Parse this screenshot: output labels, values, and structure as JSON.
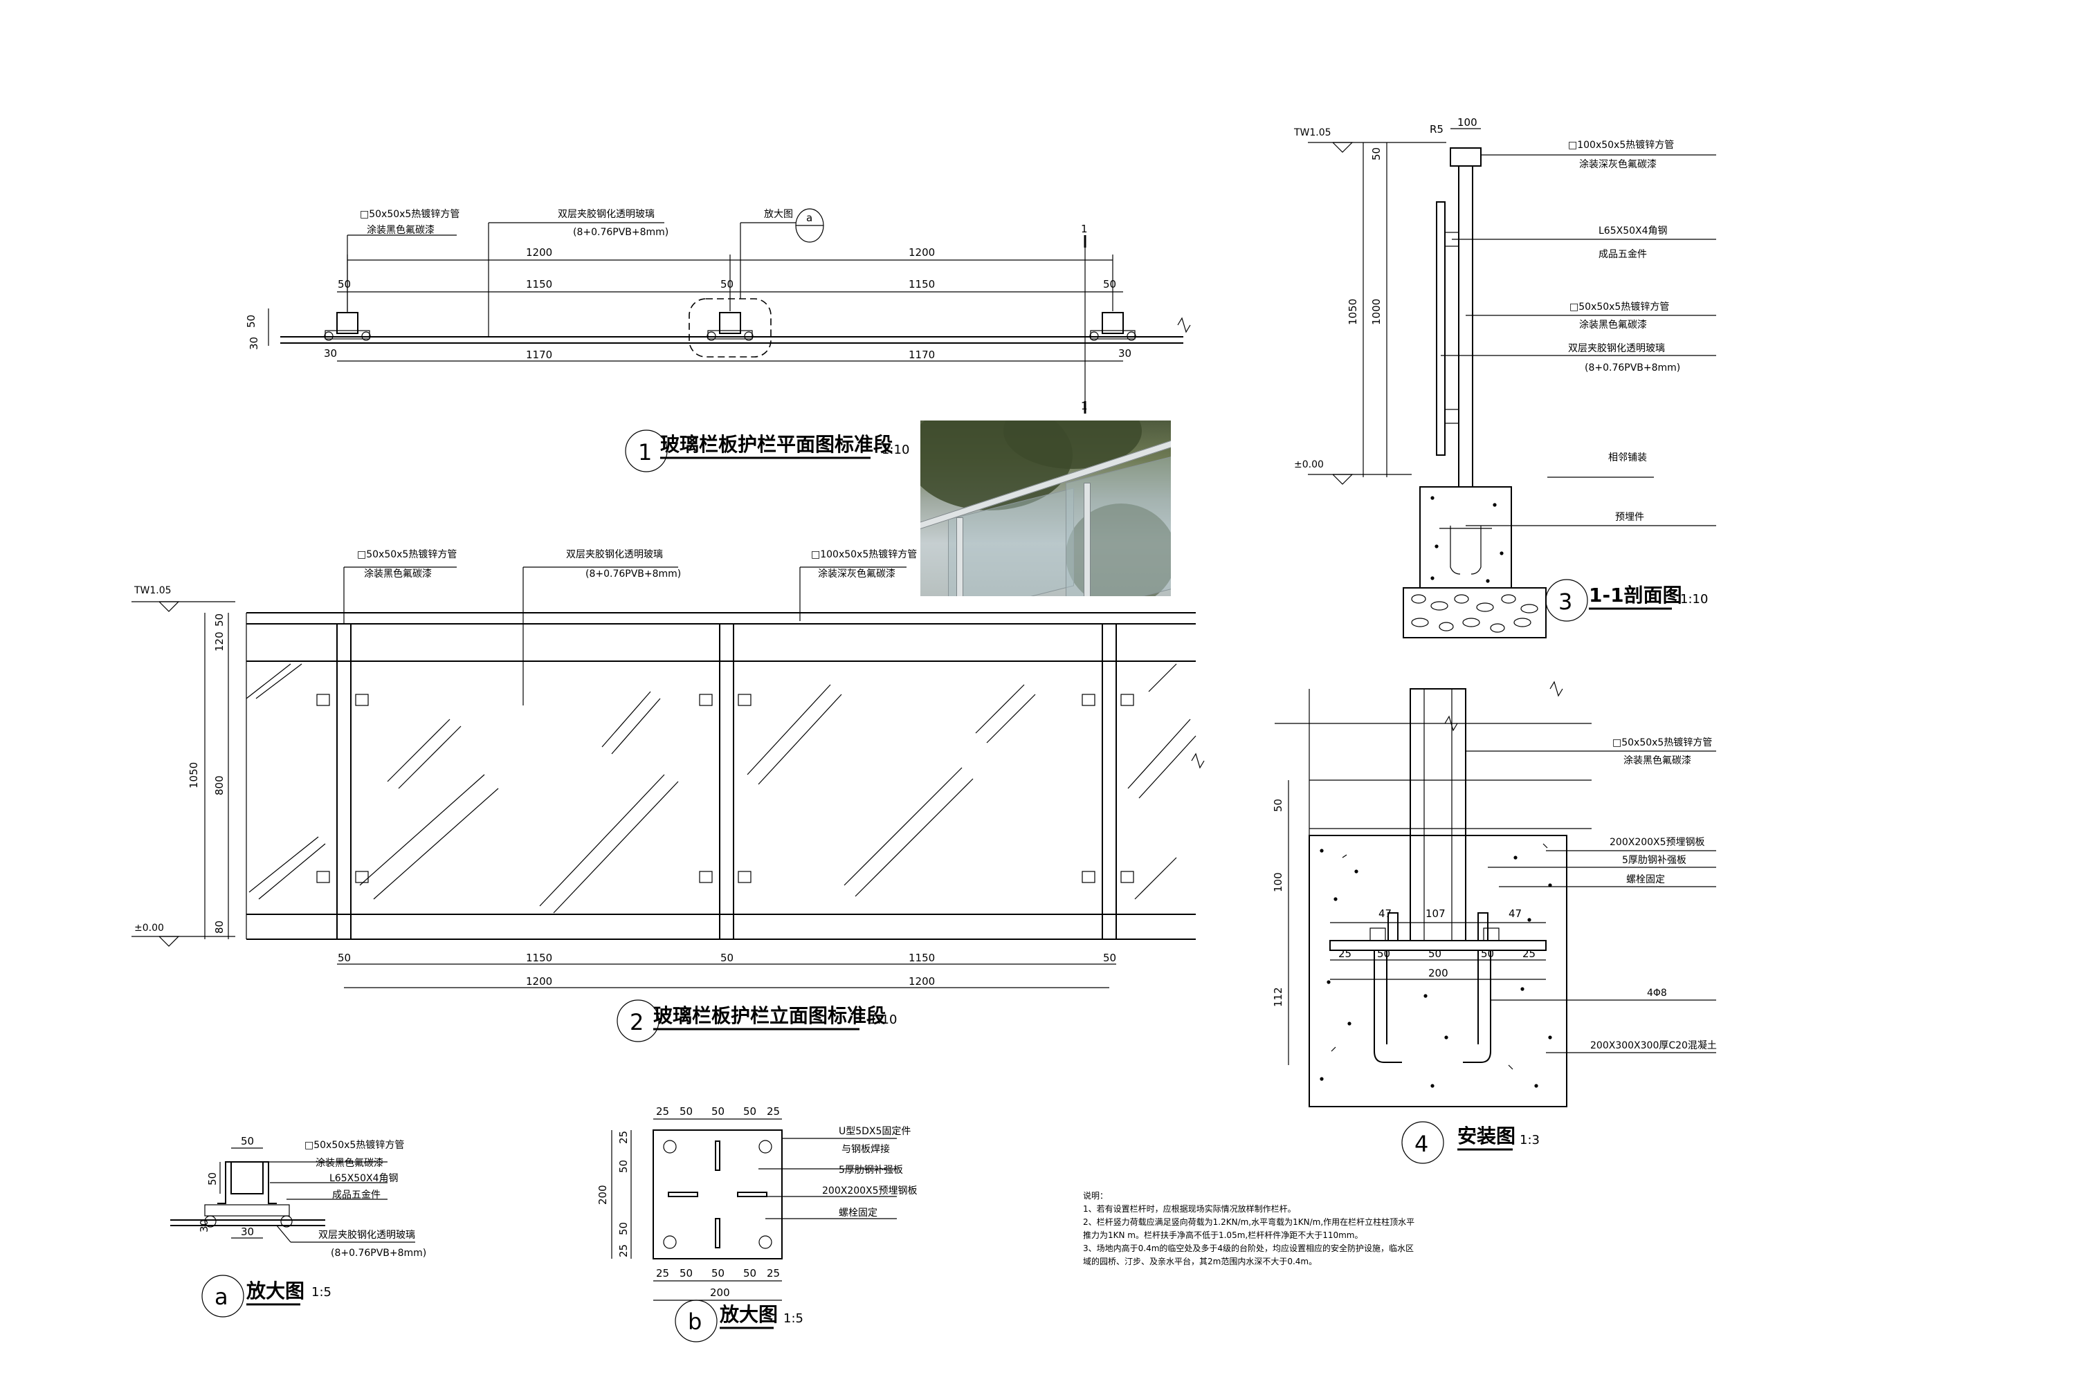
{
  "plan": {
    "title_num": "1",
    "title": "玻璃栏板护栏平面图标准段",
    "scale": "1:10",
    "callout_square_tube": [
      "□50x50x5热镀锌方管",
      "涂装黑色氟碳漆"
    ],
    "callout_glass": [
      "双层夹胶钢化透明玻璃",
      "(8+0.76PVB+8mm)"
    ],
    "callout_detail": "放大图",
    "detail_ref": "a",
    "dims_top": [
      "1200",
      "1200"
    ],
    "dims_post": [
      "50",
      "50",
      "50"
    ],
    "dims_mid": [
      "1150",
      "1150"
    ],
    "dims_bottom": [
      "1170",
      "1170"
    ],
    "dims_side": [
      "30",
      "50",
      "30",
      "30"
    ],
    "section_mark": "1"
  },
  "elevation": {
    "title_num": "2",
    "title": "玻璃栏板护栏立面图标准段",
    "scale": "1:10",
    "callout_post": [
      "□50x50x5热镀锌方管",
      "涂装黑色氟碳漆"
    ],
    "callout_glass": [
      "双层夹胶钢化透明玻璃",
      "(8+0.76PVB+8mm)"
    ],
    "callout_rail": [
      "□100x50x5热镀锌方管",
      "涂装深灰色氟碳漆"
    ],
    "level_top": "TW1.05",
    "level_bottom": "±0.00",
    "dims_left": [
      "50",
      "120",
      "800",
      "80"
    ],
    "dim_total": "1050",
    "dims_post": [
      "50",
      "50",
      "50"
    ],
    "dims_mid": [
      "1150",
      "1150"
    ],
    "dims_bottom": [
      "1200",
      "1200"
    ]
  },
  "section": {
    "title_num": "3",
    "title": "1-1剖面图",
    "scale": "1:10",
    "level_top": "TW1.05",
    "level_bottom": "±0.00",
    "dim_top": "100",
    "dim_r": "R5",
    "dims_left": [
      "50",
      "1000",
      "1050"
    ],
    "callouts": [
      [
        "□100x50x5热镀锌方管",
        "涂装深灰色氟碳漆"
      ],
      [
        "L65X50X4角钢",
        "成品五金件"
      ],
      [
        "□50x50x5热镀锌方管",
        "涂装黑色氟碳漆"
      ],
      [
        "双层夹胶钢化透明玻璃",
        "(8+0.76PVB+8mm)"
      ],
      [
        "相邻铺装"
      ],
      [
        "预埋件"
      ]
    ]
  },
  "install": {
    "title_num": "4",
    "title": "安装图",
    "scale": "1:3",
    "callouts": [
      [
        "□50x50x5热镀锌方管",
        "涂装黑色氟碳漆"
      ],
      [
        "200X200X5预埋钢板"
      ],
      [
        "5厚肋钢补强板"
      ],
      [
        "螺栓固定"
      ],
      [
        "4Φ8"
      ],
      [
        "200X300X300厚C20混凝土"
      ]
    ],
    "dims_left": [
      "50",
      "100",
      "112"
    ],
    "dims_inner": [
      "47",
      "107",
      "47",
      "25",
      "50",
      "50",
      "50",
      "25",
      "200"
    ]
  },
  "detail_a": {
    "title_num": "a",
    "title": "放大图",
    "scale": "1:5",
    "dims": [
      "50",
      "50",
      "30",
      "30"
    ],
    "callouts": [
      [
        "□50x50x5热镀锌方管",
        "涂装黑色氟碳漆"
      ],
      [
        "L65X50X4角钢"
      ],
      [
        "成品五金件"
      ],
      [
        "双层夹胶钢化透明玻璃",
        "(8+0.76PVB+8mm)"
      ]
    ]
  },
  "detail_b": {
    "title_num": "b",
    "title": "放大图",
    "scale": "1:5",
    "dims_top": [
      "25",
      "50",
      "50",
      "50",
      "25"
    ],
    "dims_bottom": [
      "25",
      "50",
      "50",
      "50",
      "25"
    ],
    "dim_total": "200",
    "dims_left": [
      "25",
      "50",
      "200",
      "50",
      "25"
    ],
    "callouts": [
      [
        "U型5DX5固定件",
        "与钢板焊接"
      ],
      [
        "5厚肋钢补强板"
      ],
      [
        "200X200X5预埋钢板"
      ],
      [
        "螺栓固定"
      ]
    ]
  },
  "notes": {
    "heading": "说明：",
    "lines": [
      "1、若有设置栏杆时，应根据现场实际情况放样制作栏杆。",
      "2、栏杆竖力荷载应满足竖向荷载为1.2KN/m,水平弯载为1KN/m,作用在栏杆立柱柱顶水平推力为1KN m。栏杆扶手净高不低于1.05m,栏杆杆件净距不大于110mm。",
      "3、场地内高于0.4m的临空处及多于4级的台阶处，均应设置相应的安全防护设施，临水区域的园桥、汀步、及亲水平台，其2m范围内水深不大于0.4m。"
    ]
  }
}
